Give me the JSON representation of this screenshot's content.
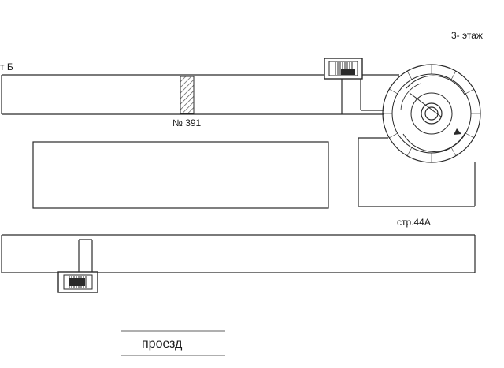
{
  "plan": {
    "floor_label": "3- этаж",
    "building_b_label": "т Б",
    "room_label": "№ 391",
    "building_44a_label": "стр.44А",
    "passage_label": "проезд"
  },
  "colors": {
    "line": "#2a2a2a",
    "hatch": "#555555",
    "background": "#ffffff"
  },
  "icons": [
    "stair-icon",
    "spiral-staircase-icon",
    "arrow-icon"
  ]
}
